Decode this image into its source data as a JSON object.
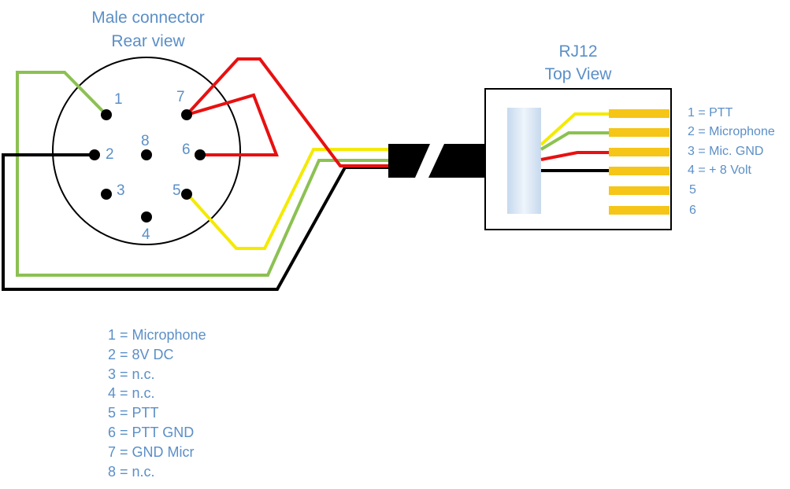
{
  "connector": {
    "title_line1": "Male connector",
    "title_line2": "Rear view",
    "pins": [
      "1",
      "2",
      "3",
      "4",
      "5",
      "6",
      "7",
      "8"
    ]
  },
  "rj12": {
    "title_line1": "RJ12",
    "title_line2": "Top View",
    "contacts": [
      "1 = PTT",
      "2 = Microphone",
      "3 = Mic. GND",
      "4 = + 8 Volt",
      "5",
      "6"
    ]
  },
  "legend": [
    "1 = Microphone",
    "2 = 8V DC",
    "3 = n.c.",
    "4 = n.c.",
    "5 = PTT",
    "6 = PTT GND",
    "7 = GND Micr",
    "8 = n.c."
  ],
  "colors": {
    "label": "#5b8fc7",
    "wire_green": "#8cc152",
    "wire_yellow": "#f4ea00",
    "wire_red": "#e81010",
    "wire_black": "#000000",
    "contact": "#f5c518"
  }
}
